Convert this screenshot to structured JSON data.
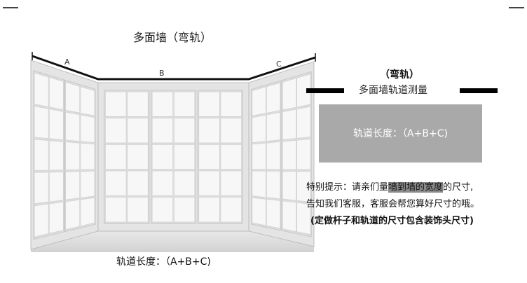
{
  "title": "多面墙（弯轨）",
  "segments": {
    "a": "A",
    "b": "B",
    "c": "C"
  },
  "bottom_label": "轨道长度：（A+B+C)",
  "side": {
    "heading_1": "（弯轨）",
    "heading_2": "多面墙轨道测量",
    "formula": "轨道长度：（A+B+C)",
    "note_line_1_prefix": "特别提示：请亲们量",
    "note_line_1_highlight": "墙到墙的宽度",
    "note_line_1_suffix": "的尺寸,",
    "note_line_2": "告知我们客服，客服会帮您算好尺寸的哦。",
    "note_line_3": "(定做杆子和轨道的尺寸包含装饰头尺寸)"
  },
  "colors": {
    "formula_box": "#a9a9a9",
    "highlight": "#8a8a8a",
    "window_frame": "#e4e4e4",
    "glass": "#f7f7f7",
    "rail": "#111111"
  },
  "icons": {
    "window_illustration": "bay-window-illustration"
  }
}
